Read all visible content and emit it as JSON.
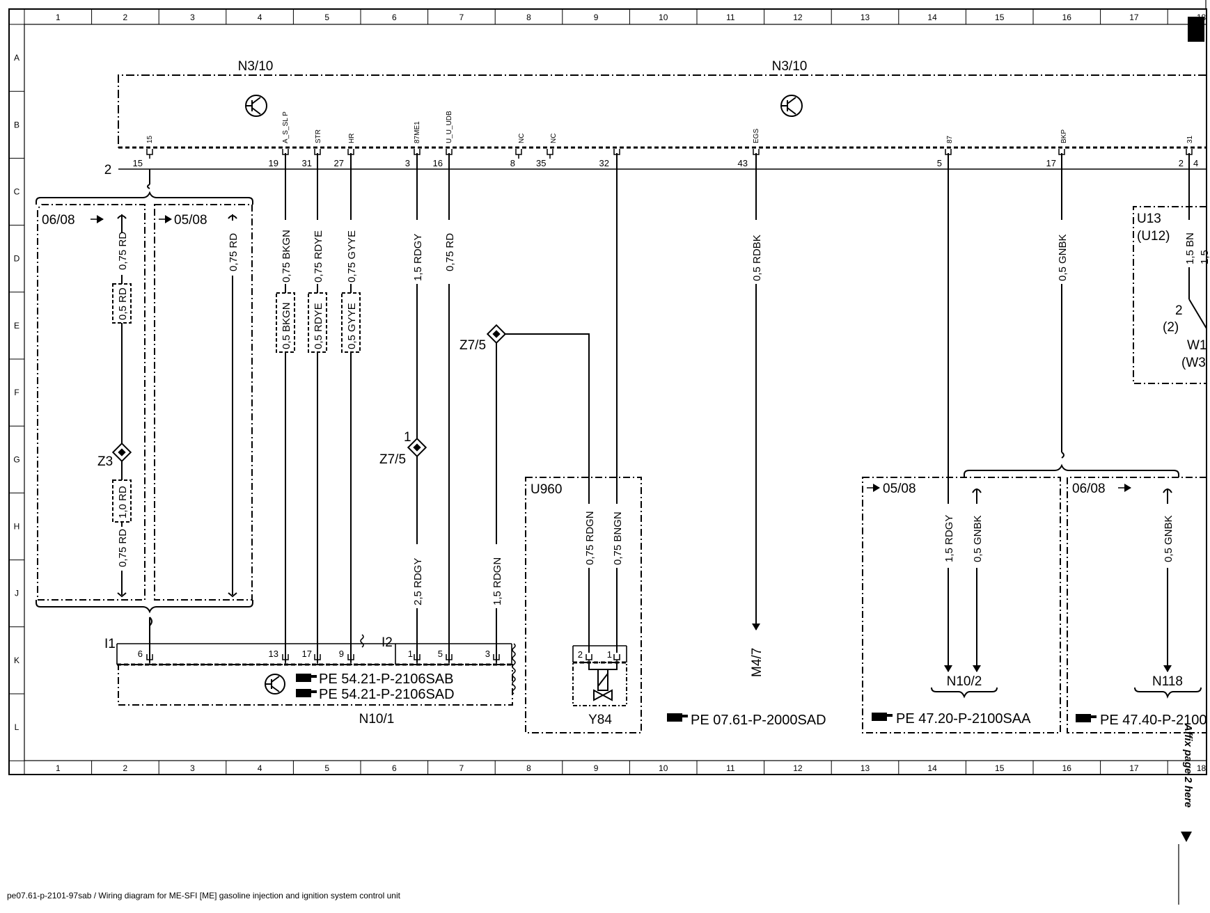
{
  "frame": {
    "columns": [
      "1",
      "2",
      "3",
      "4",
      "5",
      "6",
      "7",
      "8",
      "9",
      "10",
      "11",
      "12",
      "13",
      "14",
      "15",
      "16",
      "17",
      "18"
    ],
    "rows": [
      "A",
      "B",
      "C",
      "D",
      "E",
      "F",
      "G",
      "H",
      "J",
      "K",
      "L"
    ]
  },
  "footer": "pe07.61-p-2101-97sab / Wiring diagram for ME-SFI [ME] gasoline injection and ignition system control unit",
  "side_note": "Affix page 2 here",
  "components": {
    "n3_10_left": "N3/10",
    "n3_10_right": "N3/10",
    "connector2": "2",
    "u13": "U13",
    "u12": "(U12)",
    "w_a": "W1",
    "w_b": "(W3",
    "w_pin_a": "2",
    "w_pin_b": "(2)",
    "z3": "Z3",
    "z7_5_upper": "Z7/5",
    "z7_5_lower": "Z7/5",
    "z7_5_pin": "1",
    "u960": "U960",
    "y84": "Y84",
    "m4_7": "M4/7",
    "n10_1": "N10/1",
    "n10_2": "N10/2",
    "n118": "N118",
    "i1": "I1",
    "i2": "I2",
    "box_0608_left": "06/08",
    "box_0508_left": "05/08",
    "box_0508_right": "05/08",
    "box_0608_right": "06/08"
  },
  "references": {
    "n10_1_a": "PE 54.21-P-2106SAB",
    "n10_1_b": "PE 54.21-P-2106SAD",
    "m4_7": "PE 07.61-P-2000SAD",
    "n10_2": "PE 47.20-P-2100SAA",
    "n118": "PE 47.40-P-2100"
  },
  "pin_names": {
    "p15": "15",
    "a_s_slp": "A_S_SL P",
    "str": "STR",
    "hr": "HR",
    "p87me1": "87ME1",
    "u_u_udb": "U_U_UDB",
    "nc1": "NC",
    "nc2": "NC",
    "egs": "EGS",
    "p87": "87",
    "bkp": "BKP",
    "p31": "31"
  },
  "pins": {
    "n3_15": "15",
    "n3_19": "19",
    "n3_31": "31",
    "n3_27": "27",
    "n3_3": "3",
    "n3_16": "16",
    "n3_8": "8",
    "n3_35": "35",
    "n3_32": "32",
    "n3_43": "43",
    "n3_5": "5",
    "n3_17": "17",
    "n3_2": "2",
    "n3_4": "4",
    "i1_6": "6",
    "i1_13": "13",
    "i1_17": "17",
    "i1_9": "9",
    "i2_1": "1",
    "i2_5": "5",
    "i2_3": "3",
    "y84_2": "2",
    "y84_1": "1"
  },
  "wires": {
    "w_0608_top": "0,75 RD",
    "w_0508_top": "0,75 RD",
    "w_z3_a": "0,5 RD",
    "w_z3_b": "1,0 RD",
    "w_z3_c": "0,75 RD",
    "w_bkgn_a": "0,75 BKGN",
    "w_bkgn_b": "0,5 BKGN",
    "w_rdye_a": "0,75 RDYE",
    "w_rdye_b": "0,5 RDYE",
    "w_gyye_a": "0,75 GYYE",
    "w_gyye_b": "0,5 GYYE",
    "w_rdgy_a": "1,5 RDGY",
    "w_rdgy_b": "2,5 RDGY",
    "w_rd_16": "0,75 RD",
    "w_rdgn_15": "1,5 RDGN",
    "w_rdgn_075": "0,75 RDGN",
    "w_bngn": "0,75 BNGN",
    "w_rdbk": "0,5 RDBK",
    "w_rdgy_n102": "1,5 RDGY",
    "w_gnbk_top": "0,5 GNBK",
    "w_gnbk_n102": "0,5 GNBK",
    "w_gnbk_n118": "0,5 GNBK",
    "w_bn": "1,5 BN",
    "w_bn_cut": "1,5"
  }
}
